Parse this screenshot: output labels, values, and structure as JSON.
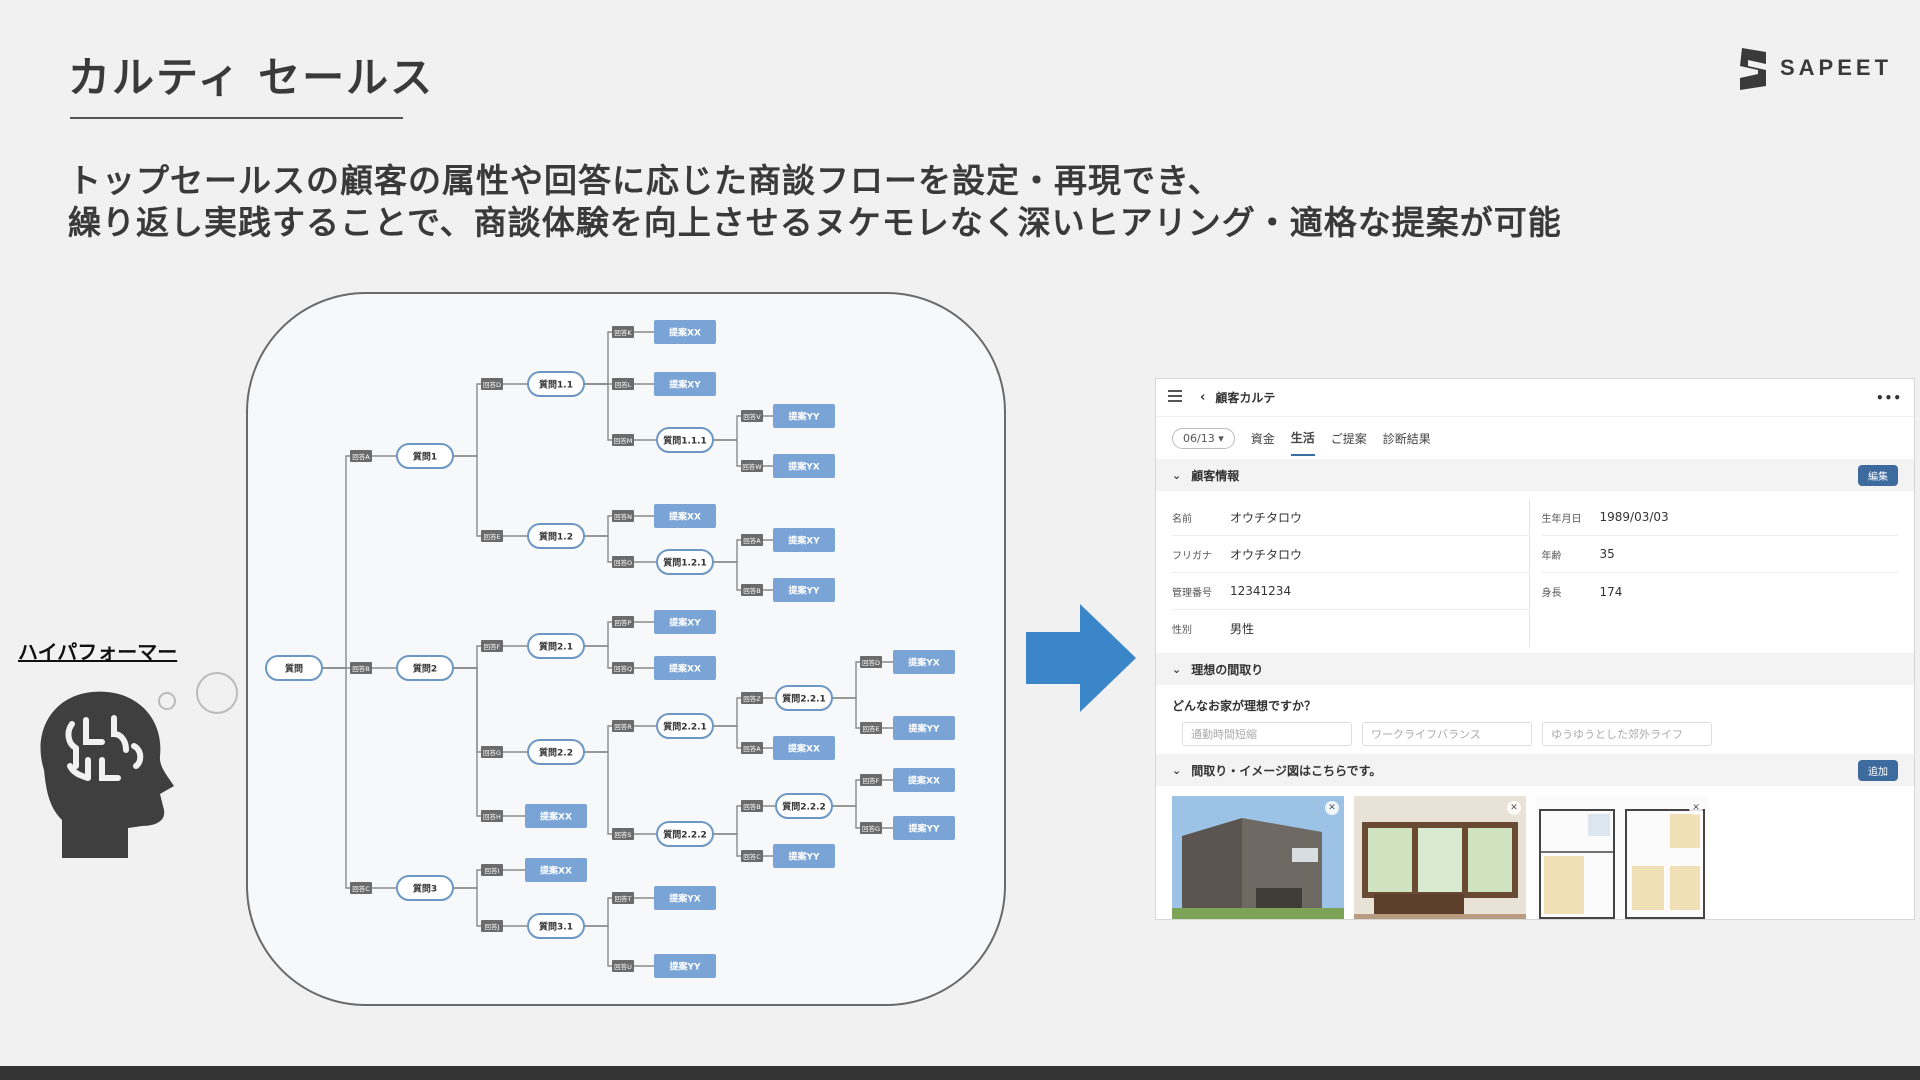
{
  "slide": {
    "title": "カルティ セールス",
    "logo_text": "SAPEET",
    "subtitle_line1": "トップセールスの顧客の属性や回答に応じた商談フローを設定・再現でき、",
    "subtitle_line2": "繰り返し実践することで、商談体験を向上させるヌケモレなく深いヒアリング・適格な提案が可能",
    "performer_label": "ハイパフォーマー"
  },
  "flow": {
    "nodes": [
      {
        "id": "q",
        "label": "質問",
        "kind": "q"
      },
      {
        "id": "q1",
        "label": "質問1",
        "kind": "q"
      },
      {
        "id": "q2",
        "label": "質問2",
        "kind": "q"
      },
      {
        "id": "q3",
        "label": "質問3",
        "kind": "q"
      },
      {
        "id": "q11",
        "label": "質問1.1",
        "kind": "q"
      },
      {
        "id": "q12",
        "label": "質問1.2",
        "kind": "q"
      },
      {
        "id": "q111",
        "label": "質問1.1.1",
        "kind": "q"
      },
      {
        "id": "q121",
        "label": "質問1.2.1",
        "kind": "q"
      },
      {
        "id": "q21",
        "label": "質問2.1",
        "kind": "q"
      },
      {
        "id": "q22",
        "label": "質問2.2",
        "kind": "q"
      },
      {
        "id": "q221",
        "label": "質問2.2.1",
        "kind": "q"
      },
      {
        "id": "q222",
        "label": "質問2.2.2",
        "kind": "q"
      },
      {
        "id": "q2211",
        "label": "質問2.2.1",
        "kind": "q"
      },
      {
        "id": "q2222",
        "label": "質問2.2.2",
        "kind": "q"
      },
      {
        "id": "q31",
        "label": "質問3.1",
        "kind": "q"
      },
      {
        "id": "p1",
        "label": "提案XX",
        "kind": "p"
      },
      {
        "id": "p2",
        "label": "提案XY",
        "kind": "p"
      },
      {
        "id": "p3",
        "label": "提案YY",
        "kind": "p"
      },
      {
        "id": "p4",
        "label": "提案YX",
        "kind": "p"
      },
      {
        "id": "p5",
        "label": "提案XX",
        "kind": "p"
      },
      {
        "id": "p6",
        "label": "提案XY",
        "kind": "p"
      },
      {
        "id": "p7",
        "label": "提案YY",
        "kind": "p"
      },
      {
        "id": "p8",
        "label": "提案XX",
        "kind": "p"
      },
      {
        "id": "p9",
        "label": "提案XY",
        "kind": "p"
      },
      {
        "id": "p10",
        "label": "提案XX",
        "kind": "p"
      },
      {
        "id": "p11",
        "label": "提案XX",
        "kind": "p"
      },
      {
        "id": "p12",
        "label": "提案YY",
        "kind": "p"
      },
      {
        "id": "p13",
        "label": "提案YX",
        "kind": "p"
      },
      {
        "id": "p14",
        "label": "提案YY",
        "kind": "p"
      },
      {
        "id": "p15",
        "label": "提案XX",
        "kind": "p"
      },
      {
        "id": "p16",
        "label": "提案YY",
        "kind": "p"
      },
      {
        "id": "p17",
        "label": "提案XX",
        "kind": "p"
      },
      {
        "id": "p18",
        "label": "提案YX",
        "kind": "p"
      },
      {
        "id": "p19",
        "label": "提案YY",
        "kind": "p"
      }
    ],
    "edges": [
      {
        "from": "q",
        "to": "q1",
        "answer": "回答A"
      },
      {
        "from": "q",
        "to": "q2",
        "answer": "回答B"
      },
      {
        "from": "q",
        "to": "q3",
        "answer": "回答C"
      },
      {
        "from": "q1",
        "to": "q11",
        "answer": "回答D"
      },
      {
        "from": "q1",
        "to": "q12",
        "answer": "回答E"
      },
      {
        "from": "q11",
        "to": "p1",
        "answer": "回答K"
      },
      {
        "from": "q11",
        "to": "p2",
        "answer": "回答L"
      },
      {
        "from": "q11",
        "to": "q111",
        "answer": "回答M"
      },
      {
        "from": "q111",
        "to": "p3",
        "answer": "回答V"
      },
      {
        "from": "q111",
        "to": "p4",
        "answer": "回答W"
      },
      {
        "from": "q12",
        "to": "p5",
        "answer": "回答N"
      },
      {
        "from": "q12",
        "to": "q121",
        "answer": "回答O"
      },
      {
        "from": "q121",
        "to": "p6",
        "answer": "回答A"
      },
      {
        "from": "q121",
        "to": "p7",
        "answer": "回答B"
      },
      {
        "from": "q2",
        "to": "q21",
        "answer": "回答F"
      },
      {
        "from": "q2",
        "to": "q22",
        "answer": "回答G"
      },
      {
        "from": "q2",
        "to": "p8",
        "answer": "回答H"
      },
      {
        "from": "q21",
        "to": "p9",
        "answer": "回答P"
      },
      {
        "from": "q21",
        "to": "p10",
        "answer": "回答Q"
      },
      {
        "from": "q22",
        "to": "q221",
        "answer": "回答R"
      },
      {
        "from": "q22",
        "to": "q222",
        "answer": "回答S"
      },
      {
        "from": "q221",
        "to": "q2211",
        "answer": "回答Z"
      },
      {
        "from": "q221",
        "to": "p11",
        "answer": "回答A"
      },
      {
        "from": "q222",
        "to": "q2222",
        "answer": "回答B"
      },
      {
        "from": "q222",
        "to": "p12",
        "answer": "回答C"
      },
      {
        "from": "q2211",
        "to": "p13",
        "answer": "回答D"
      },
      {
        "from": "q2211",
        "to": "p14",
        "answer": "回答E"
      },
      {
        "from": "q2222",
        "to": "p15",
        "answer": "回答F"
      },
      {
        "from": "q2222",
        "to": "p16",
        "answer": "回答G"
      },
      {
        "from": "q3",
        "to": "p17",
        "answer": "回答I"
      },
      {
        "from": "q3",
        "to": "q31",
        "answer": "回答J"
      },
      {
        "from": "q31",
        "to": "p18",
        "answer": "回答T"
      },
      {
        "from": "q31",
        "to": "p19",
        "answer": "回答U"
      }
    ]
  },
  "app": {
    "header_title": "顧客カルテ",
    "more_icon": "more-icon",
    "date_select": "06/13 ▾",
    "tabs": [
      "資金",
      "生活",
      "ご提案",
      "診断結果"
    ],
    "active_tab": "生活",
    "customer_section": {
      "title": "顧客情報",
      "button": "編集",
      "left_fields": [
        {
          "label": "名前",
          "value": "オウチタロウ"
        },
        {
          "label": "フリガナ",
          "value": "オウチタロウ"
        },
        {
          "label": "管理番号",
          "value": "12341234"
        },
        {
          "label": "性別",
          "value": "男性"
        }
      ],
      "right_fields": [
        {
          "label": "生年月日",
          "value": "1989/03/03"
        },
        {
          "label": "年齢",
          "value": "35"
        },
        {
          "label": "身長",
          "value": "174"
        }
      ]
    },
    "layout_section": {
      "title": "理想の間取り",
      "question": "どんなお家が理想ですか？",
      "chips": [
        "通勤時間短縮",
        "ワークライフバランス",
        "ゆうゆうとした郊外ライフ"
      ]
    },
    "images_section": {
      "title": "間取り・イメージ図はこちらです。",
      "button": "追加",
      "images": [
        "house-exterior-photo",
        "living-room-photo",
        "floor-plan-image"
      ]
    }
  },
  "colors": {
    "accent": "#3d6b9e",
    "arrow": "#3a86c8",
    "proposal": "#7aa3d6",
    "question_border": "#6d97c4",
    "answer_tag": "#6b6b6b"
  }
}
